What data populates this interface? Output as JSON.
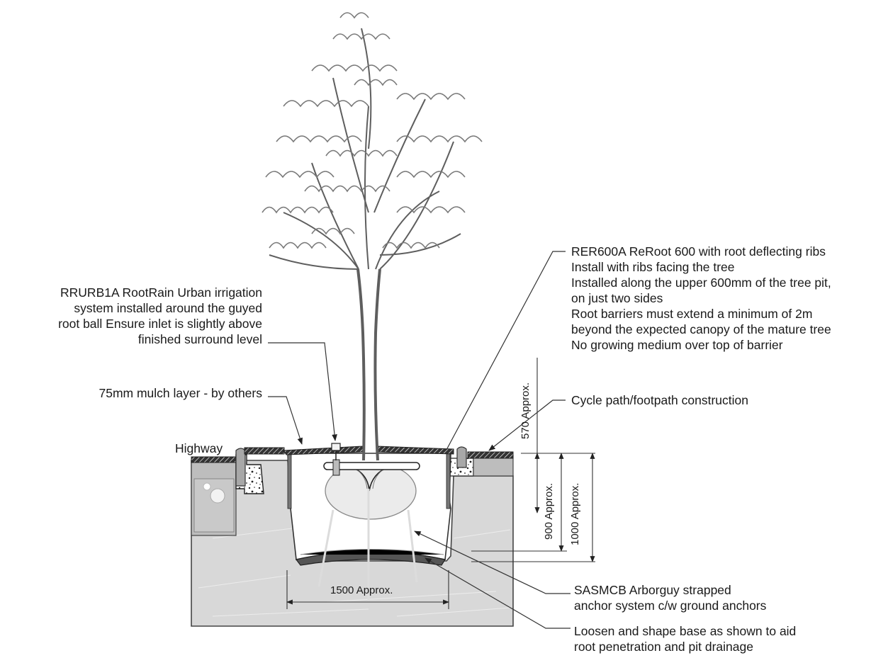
{
  "callouts": {
    "rootrain": [
      "RRURB1A RootRain Urban irrigation",
      "system installed around the guyed",
      "root ball Ensure inlet is slightly above",
      "finished surround level"
    ],
    "mulch": "75mm mulch layer - by others",
    "highway": "Highway",
    "reroot": [
      "RER600A ReRoot 600 with root deflecting ribs",
      "Install with ribs facing the tree",
      "Installed along the upper 600mm of the tree pit,",
      "on just two sides",
      "Root barriers must extend a minimum of 2m",
      "beyond the expected canopy of the mature tree",
      "No growing medium over top of barrier"
    ],
    "cycle_path": "Cycle path/footpath construction",
    "arborguy": [
      "SASMCB Arborguy strapped",
      "anchor system c/w ground anchors"
    ],
    "loosen": [
      "Loosen and shape base as shown to aid",
      "root penetration and pit drainage"
    ]
  },
  "dimensions": {
    "d570": "570 Approx.",
    "d900": "900 Approx.",
    "d1000": "1000 Approx.",
    "d1500": "1500 Approx."
  }
}
